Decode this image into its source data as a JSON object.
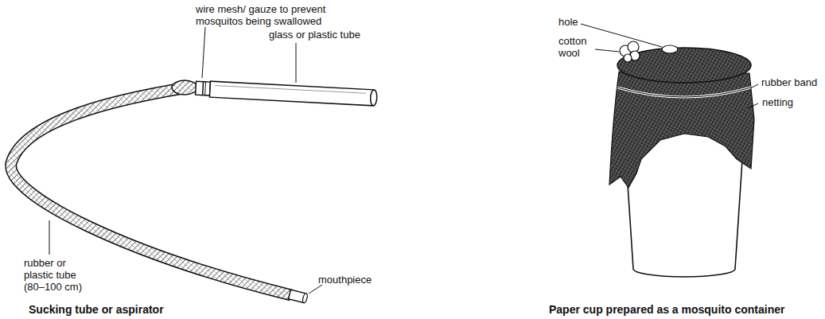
{
  "diagram": {
    "labels": [
      "wire mesh/ gauze to prevent mosquitos being swallowed",
      "glass or plastic tube",
      "mouthpiece",
      "rubber or plastic tube (80–100 cm)",
      "Sucking tube or aspirator",
      "hole",
      "cotton wool",
      "rubber band",
      "netting",
      "Paper cup prepared as a mosquito container"
    ]
  }
}
